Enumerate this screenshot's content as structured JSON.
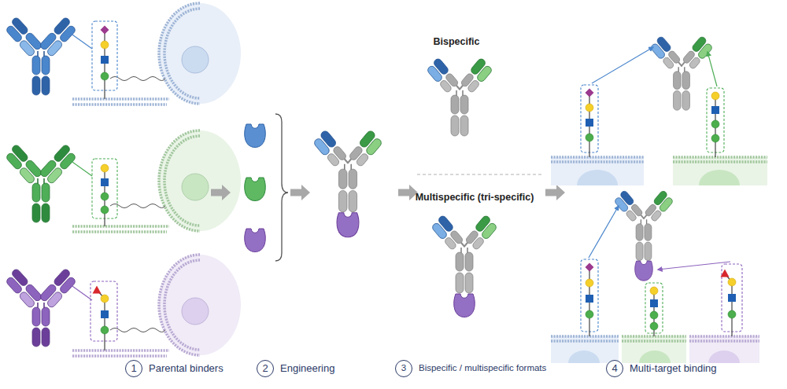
{
  "diagram": {
    "nodes": [
      {
        "text": [
          "1",
          "Parental binders"
        ]
      },
      {
        "text": [
          "2",
          "Engineering"
        ]
      },
      {
        "text": [
          "3",
          "Bispecific / multispecific formats"
        ]
      },
      {
        "text": [
          "4",
          "Multi-target binding"
        ]
      }
    ],
    "labels": [
      "Bispecific",
      "Multispecific (tri-specific)"
    ]
  }
}
